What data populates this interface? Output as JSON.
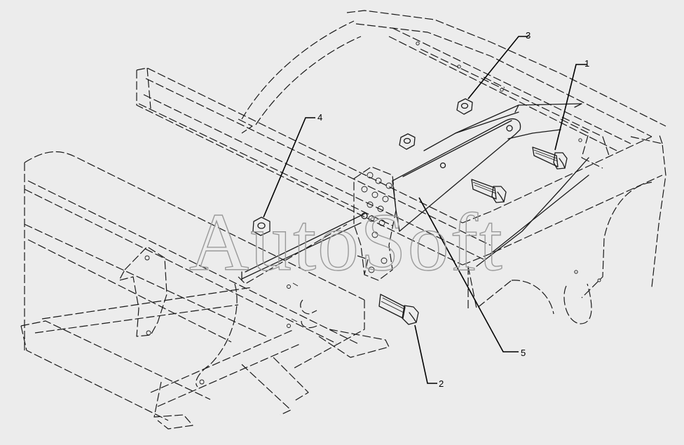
{
  "watermark": "AutoSoft",
  "callouts": [
    {
      "number": "1",
      "part": "bolt"
    },
    {
      "number": "2",
      "part": "bolt"
    },
    {
      "number": "3",
      "part": "nut"
    },
    {
      "number": "4",
      "part": "nut"
    },
    {
      "number": "5",
      "part": "tie-bar"
    }
  ],
  "colors": {
    "background": "#ececec",
    "linework": "#1a1a1a",
    "watermark": "#9a9a9a"
  }
}
